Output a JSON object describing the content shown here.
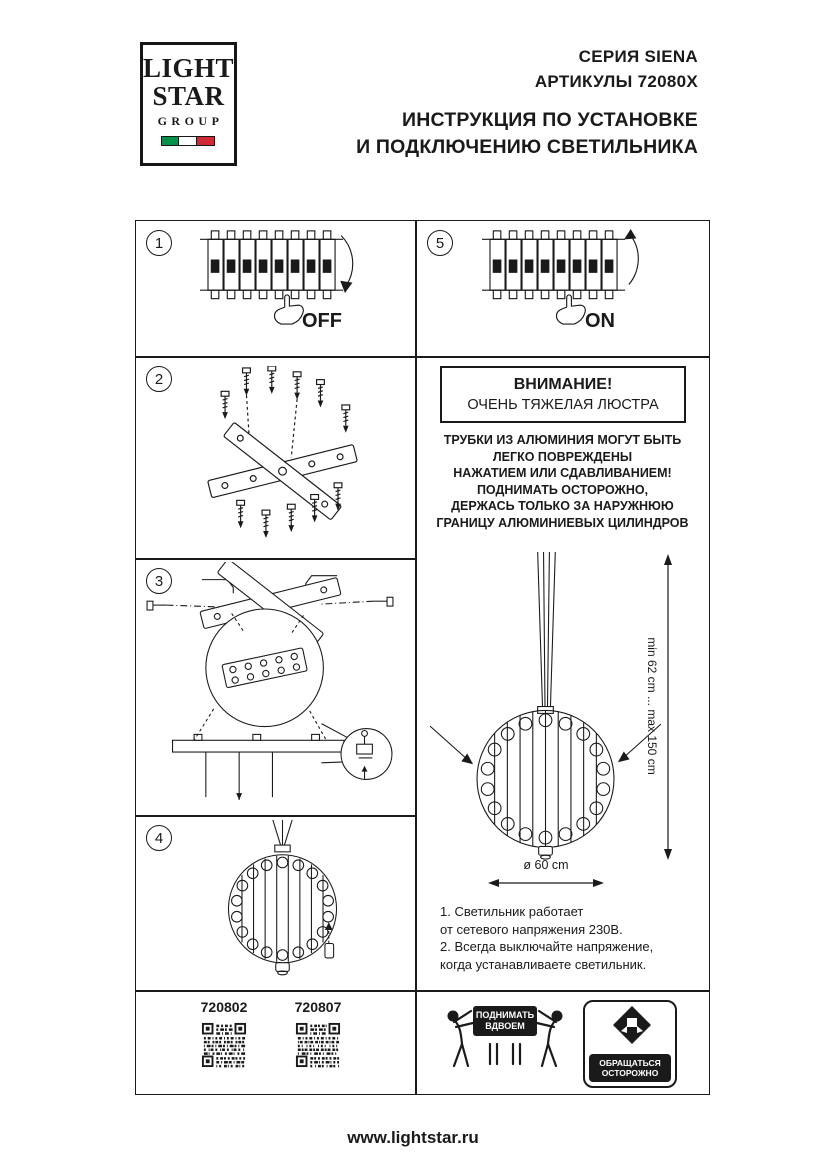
{
  "colors": {
    "ink": "#1a1a1a",
    "flag_green": "#009246",
    "flag_white": "#ffffff",
    "flag_red": "#ce2b37"
  },
  "logo": {
    "word1": "LIGHT",
    "word2": "STAR",
    "word3": "GROUP"
  },
  "header": {
    "series": "СЕРИЯ SIENA",
    "articles": "АРТИКУЛЫ 72080X",
    "title_line1": "ИНСТРУКЦИЯ ПО УСТАНОВКЕ",
    "title_line2": "И ПОДКЛЮЧЕНИЮ СВЕТИЛЬНИКА"
  },
  "steps": {
    "n1": "1",
    "n2": "2",
    "n3": "3",
    "n4": "4",
    "n5": "5"
  },
  "switch_labels": {
    "off": "OFF",
    "on": "ON"
  },
  "diagrams": {
    "step1": "circuit-breaker-panel-switch-off",
    "step2": "ceiling-bracket-with-screws",
    "step3": "bracket-wiring-and-mounting-plate",
    "step4": "crystal-sphere-chandelier-assembly",
    "step5": "circuit-breaker-panel-switch-on",
    "overview": "suspended-chandelier-with-dimensions"
  },
  "warning": {
    "title": "ВНИМАНИЕ!",
    "subtitle": "ОЧЕНЬ ТЯЖЕЛАЯ ЛЮСТРА",
    "body": "ТРУБКИ ИЗ АЛЮМИНИЯ МОГУТ БЫТЬ\nЛЕГКО ПОВРЕЖДЕНЫ\nНАЖАТИЕМ ИЛИ СДАВЛИВАНИЕМ!\nПОДНИМАТЬ ОСТОРОЖНО,\nДЕРЖАСЬ ТОЛЬКО ЗА НАРУЖНЮЮ\nГРАНИЦУ АЛЮМИНИЕВЫХ ЦИЛИНДРОВ"
  },
  "dimensions": {
    "height_range": "min 62 cm ... max 150 cm",
    "diameter": "ø 60 cm"
  },
  "notes": {
    "text": "1. Светильник работает\nот сетевого напряжения 230В.\n2. Всегда выключайте напряжение,\nкогда устанавливаете светильник."
  },
  "qr_codes": {
    "left_label": "720802",
    "right_label": "720807"
  },
  "badges": {
    "lift_line1": "ПОДНИМАТЬ",
    "lift_line2": "ВДВОЕМ",
    "care_line1": "ОБРАЩАТЬСЯ",
    "care_line2": "ОСТОРОЖНО"
  },
  "footer": {
    "url": "www.lightstar.ru"
  }
}
